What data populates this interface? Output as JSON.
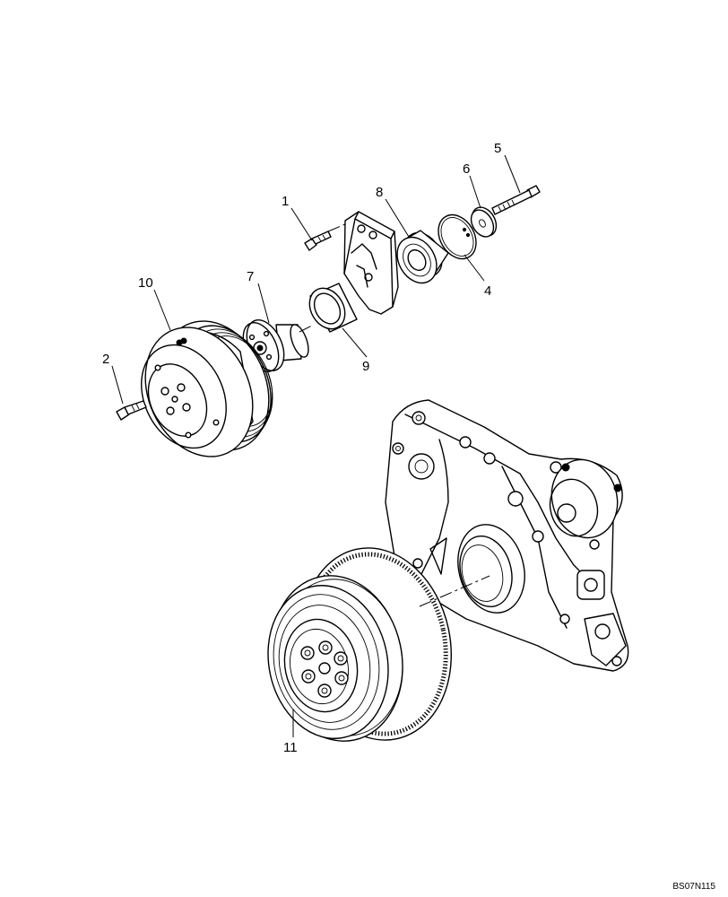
{
  "callouts": {
    "c1": "1",
    "c2": "2",
    "c4": "4",
    "c5": "5",
    "c6": "6",
    "c7": "7",
    "c8": "8",
    "c9": "9",
    "c10": "10",
    "c11": "11"
  },
  "figure_code": "BS07N115"
}
